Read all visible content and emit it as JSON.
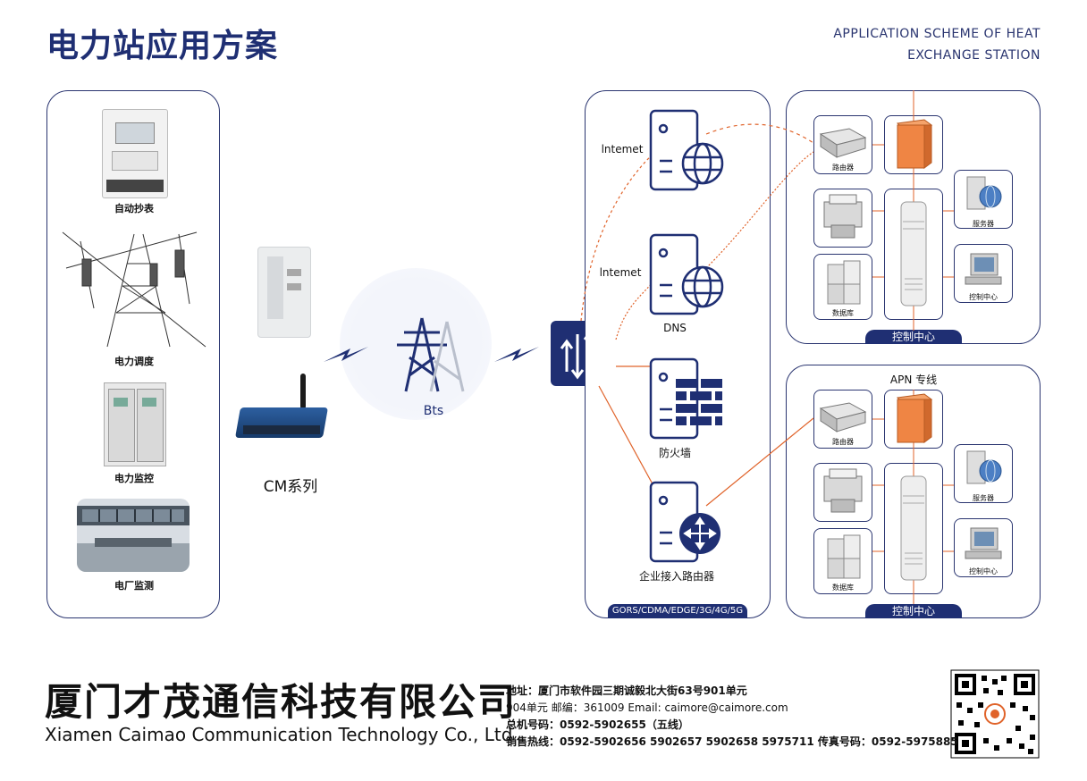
{
  "header": {
    "title_cn": "电力站应用方案",
    "title_en_line1": "APPLICATION SCHEME OF HEAT",
    "title_en_line2": "EXCHANGE STATION"
  },
  "left_panel": {
    "items": [
      {
        "label": "自动抄表"
      },
      {
        "label": "电力调度"
      },
      {
        "label": "电力监控"
      },
      {
        "label": "电厂监测"
      }
    ]
  },
  "device": {
    "label": "CM系列"
  },
  "bts": {
    "label": "Bts"
  },
  "network": {
    "internet1": "lntemet",
    "internet2": "lntemet",
    "dns": "DNS",
    "firewall": "防火墙",
    "router": "企业接入路由器",
    "bottom_tag": "GORS/CDMA/EDGE/3G/4G/5G"
  },
  "control_top": {
    "router": "路由器",
    "server": "服务器",
    "database": "数据库",
    "control": "控制中心",
    "tag": "控制中心"
  },
  "control_bottom": {
    "header": "APN 专线",
    "router": "路由器",
    "server": "服务器",
    "database": "数据库",
    "control": "控制中心",
    "tag": "控制中心"
  },
  "footer": {
    "company_cn": "厦门才茂通信科技有限公司",
    "company_en": "Xiamen Caimao Communication Technology Co., Ltd",
    "line1": "地址：厦门市软件园三期诚毅北大街63号901单元",
    "line2": "904单元 邮编：361009 Email: caimore@caimore.com",
    "line3": "总机号码：0592-5902655（五线）",
    "line4": "销售热线：0592-5902656 5902657 5902658 5975711 传真号码：0592-5975885"
  },
  "colors": {
    "navy": "#1f2f73",
    "orange": "#e0632a"
  }
}
